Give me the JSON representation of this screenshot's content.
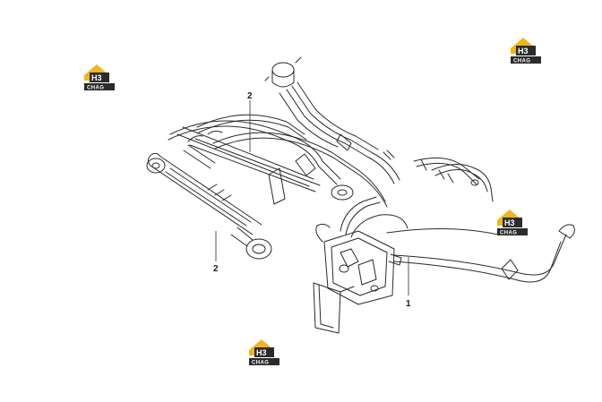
{
  "logo": {
    "mark": "H3",
    "name": "CHAG",
    "icon": "house-logo-icon",
    "colors": {
      "roof": "#f1b51c",
      "plate": "#2b2b2b",
      "text": "#ffffff"
    }
  },
  "callouts": [
    {
      "label": "2"
    },
    {
      "label": "2"
    },
    {
      "label": "1"
    }
  ],
  "colors": {
    "line": "#2a2a2a",
    "background": "#ffffff"
  }
}
